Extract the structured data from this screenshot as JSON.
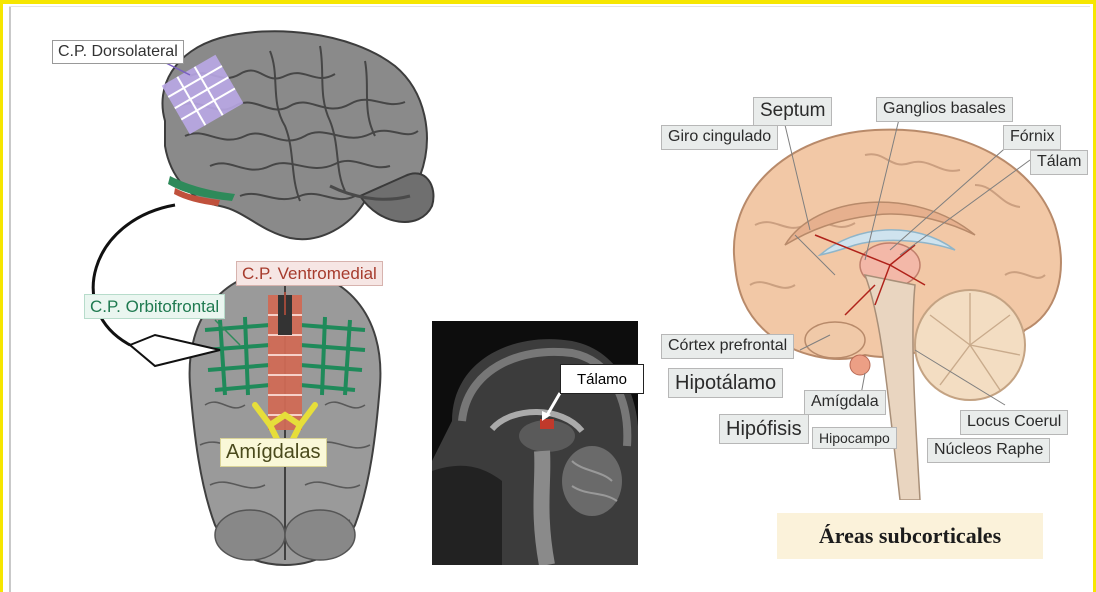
{
  "left_labels": {
    "dorsolateral": "C.P. Dorsolateral",
    "ventromedial": "C.P. Ventromedial",
    "orbitofrontal": "C.P. Orbitofrontal",
    "amigdalas": "Amígdalas"
  },
  "mri_label": "Tálamo",
  "right_labels": {
    "septum": "Septum",
    "ganglios": "Ganglios basales",
    "giro": "Giro cingulado",
    "fornix": "Fórnix",
    "talam": "Tálam",
    "cortex": "Córtex prefrontal",
    "hipotalamo": "Hipotálamo",
    "amigdala": "Amígdala",
    "locus": "Locus Coerul",
    "hipofisis": "Hipófisis",
    "hipocampo": "Hipocampo",
    "nucleos": "Núcleos Raphe"
  },
  "title": "Áreas subcorticales"
}
